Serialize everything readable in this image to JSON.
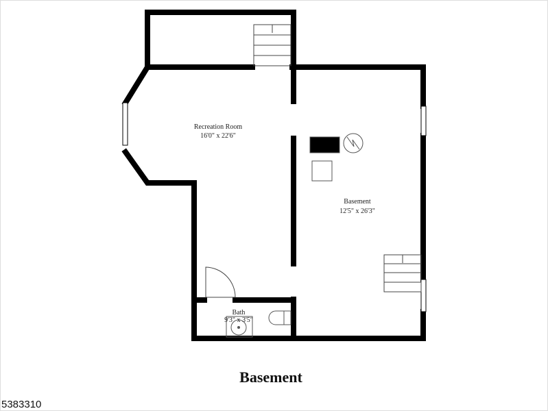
{
  "rooms": [
    {
      "name": "Recreation Room",
      "size": "16'0\" x 22'6\""
    },
    {
      "name": "Basement",
      "size": "12'5\" x 26'3\""
    },
    {
      "name": "Bath",
      "size": "9'3\" x 3'5\""
    }
  ],
  "floor_title": "Basement",
  "listing_id": "5383310"
}
